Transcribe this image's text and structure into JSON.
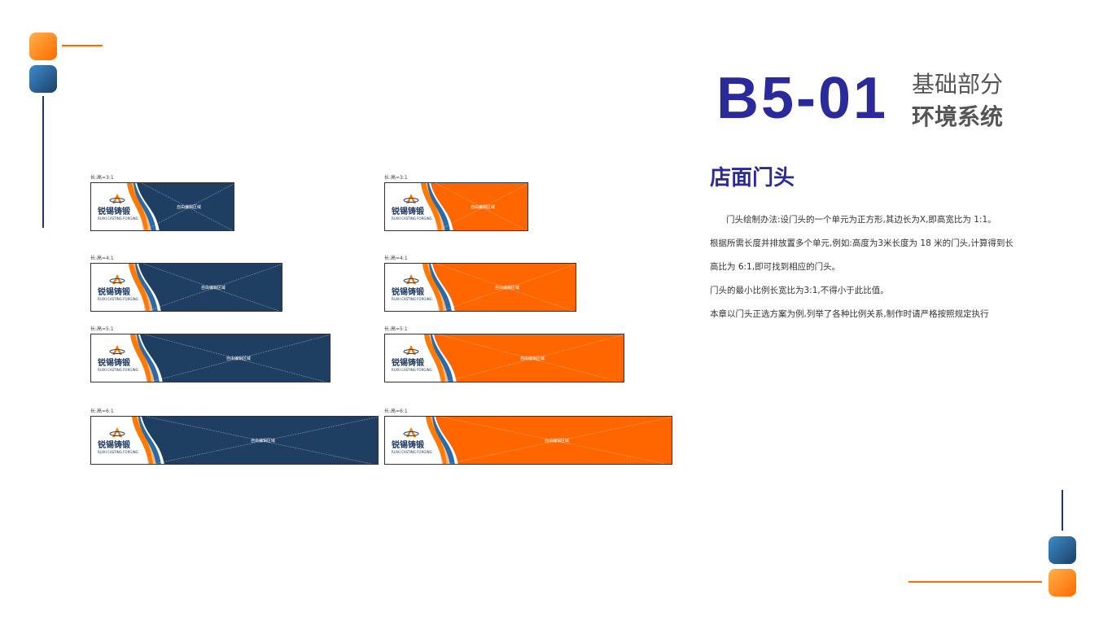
{
  "header": {
    "code": "B5-01",
    "category": "基础部分",
    "system": "环境系统"
  },
  "section": {
    "title": "店面门头",
    "paragraphs": [
      "门头绘制办法:设门头的一个单元为正方形,其边长为X,即高宽比为 1:1。",
      "根据所需长度并排放置多个单元,例如:高度为3米长度为 18 米的门头,计算得到长",
      "高比为 6:1,即可找到相应的门头。",
      "门头的最小比例长宽比为3:1,不得小于此比值。",
      "本章以门头正选方案为例,列举了各种比例关系,制作时请严格按照规定执行"
    ]
  },
  "logo": {
    "name": "锐锡铸锻",
    "english": "RUIXI CASTING FORGING"
  },
  "colors": {
    "navy": "#1f3f62",
    "orange": "#ff6600",
    "title": "#2a2a9a"
  },
  "panels": [
    {
      "label": "长:高=3:1",
      "ratio": 3,
      "color": "navy",
      "text": "自由编辑区域"
    },
    {
      "label": "长:高=3:1",
      "ratio": 3,
      "color": "orange",
      "text": "自由编辑区域"
    },
    {
      "label": "长:高=4:1",
      "ratio": 4,
      "color": "navy",
      "text": "自由编辑区域"
    },
    {
      "label": "长:高=4:1",
      "ratio": 4,
      "color": "orange",
      "text": "自由编辑区域"
    },
    {
      "label": "长:高=5:1",
      "ratio": 5,
      "color": "navy",
      "text": "自由编辑区域"
    },
    {
      "label": "长:高=5:1",
      "ratio": 5,
      "color": "orange",
      "text": "自由编辑区域"
    },
    {
      "label": "长:高=6:1",
      "ratio": 6,
      "color": "navy",
      "text": "自由编辑区域"
    },
    {
      "label": "长:高=6:1",
      "ratio": 6,
      "color": "orange",
      "text": "自由编辑区域"
    }
  ]
}
